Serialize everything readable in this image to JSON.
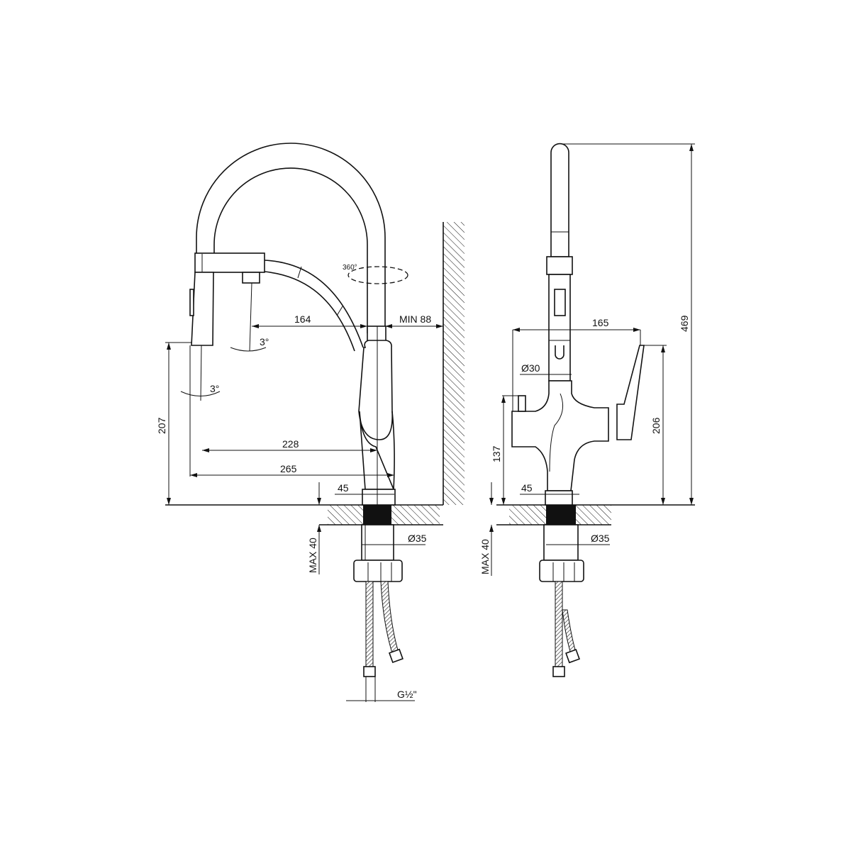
{
  "side_view": {
    "dim_reach_spray": "164",
    "dim_wall": "MIN 88",
    "angle_spray_1": "3°",
    "angle_spray_2": "3°",
    "rotation": "360°",
    "dim_height_spray": "207",
    "dim_reach_228": "228",
    "dim_reach_265": "265",
    "dim_base": "45",
    "dim_max_deck": "MAX 40",
    "dim_shank": "Ø35",
    "dim_thread": "G½\""
  },
  "front_view": {
    "dim_total_height": "469",
    "dim_width": "165",
    "dim_body_dia": "Ø30",
    "dim_handle_height": "206",
    "dim_side_height": "137",
    "dim_base": "45",
    "dim_max_deck": "MAX 40",
    "dim_shank": "Ø35"
  }
}
